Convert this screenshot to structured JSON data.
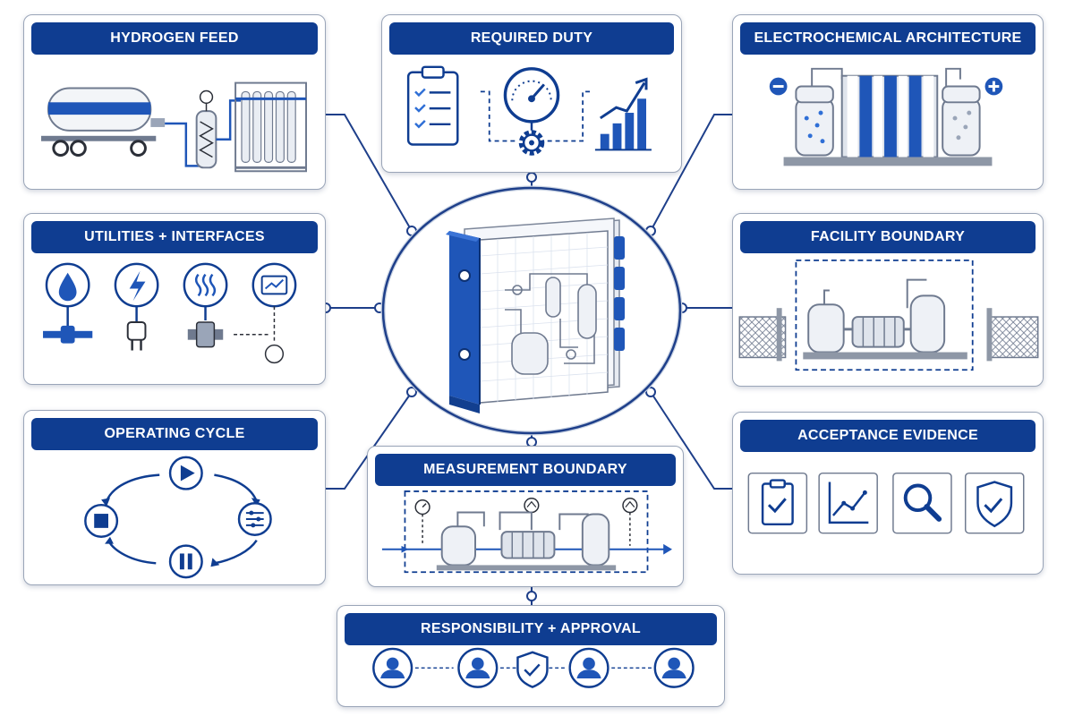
{
  "diagram": {
    "colors": {
      "primary": "#0f3d91",
      "accent": "#2f6fd6",
      "line": "#1e3f8a",
      "border": "#9aa5b8",
      "steel": "#c9cfd8"
    },
    "center": {
      "icon": "binder-with-process-diagram-icon"
    },
    "panels": [
      {
        "key": "hydrogen_feed",
        "title": "HYDROGEN FEED",
        "icons": [
          "tanker-truck-icon",
          "filter-vessel-icon",
          "gas-cylinder-bank-icon"
        ]
      },
      {
        "key": "required_duty",
        "title": "REQUIRED DUTY",
        "icons": [
          "checklist-clipboard-icon",
          "pressure-gauge-icon",
          "gear-icon",
          "growth-bar-chart-icon"
        ]
      },
      {
        "key": "electrochemical_architecture",
        "title": "ELECTROCHEMICAL ARCHITECTURE",
        "icons": [
          "minus-terminal-icon",
          "electrolyzer-stack-icon",
          "plus-terminal-icon"
        ]
      },
      {
        "key": "utilities_interfaces",
        "title": "UTILITIES + INTERFACES",
        "icons": [
          "water-drop-icon",
          "lightning-icon",
          "heat-icon",
          "monitor-signal-icon"
        ]
      },
      {
        "key": "facility_boundary",
        "title": "FACILITY BOUNDARY",
        "icons": [
          "fence-icon",
          "process-skid-icon"
        ]
      },
      {
        "key": "operating_cycle",
        "title": "OPERATING CYCLE",
        "icons": [
          "play-icon",
          "adjust-sliders-icon",
          "pause-icon",
          "stop-icon"
        ]
      },
      {
        "key": "acceptance_evidence",
        "title": "ACCEPTANCE EVIDENCE",
        "icons": [
          "checked-clipboard-icon",
          "trend-chart-icon",
          "magnifier-icon",
          "shield-check-icon"
        ]
      },
      {
        "key": "measurement_boundary",
        "title": "MEASUREMENT BOUNDARY",
        "icons": [
          "gauge-icon",
          "flow-meter-icon",
          "process-train-icon"
        ]
      },
      {
        "key": "responsibility_approval",
        "title": "RESPONSIBILITY + APPROVAL",
        "icons": [
          "person-icon",
          "person-icon",
          "shield-check-icon",
          "person-icon",
          "person-icon"
        ]
      }
    ]
  }
}
